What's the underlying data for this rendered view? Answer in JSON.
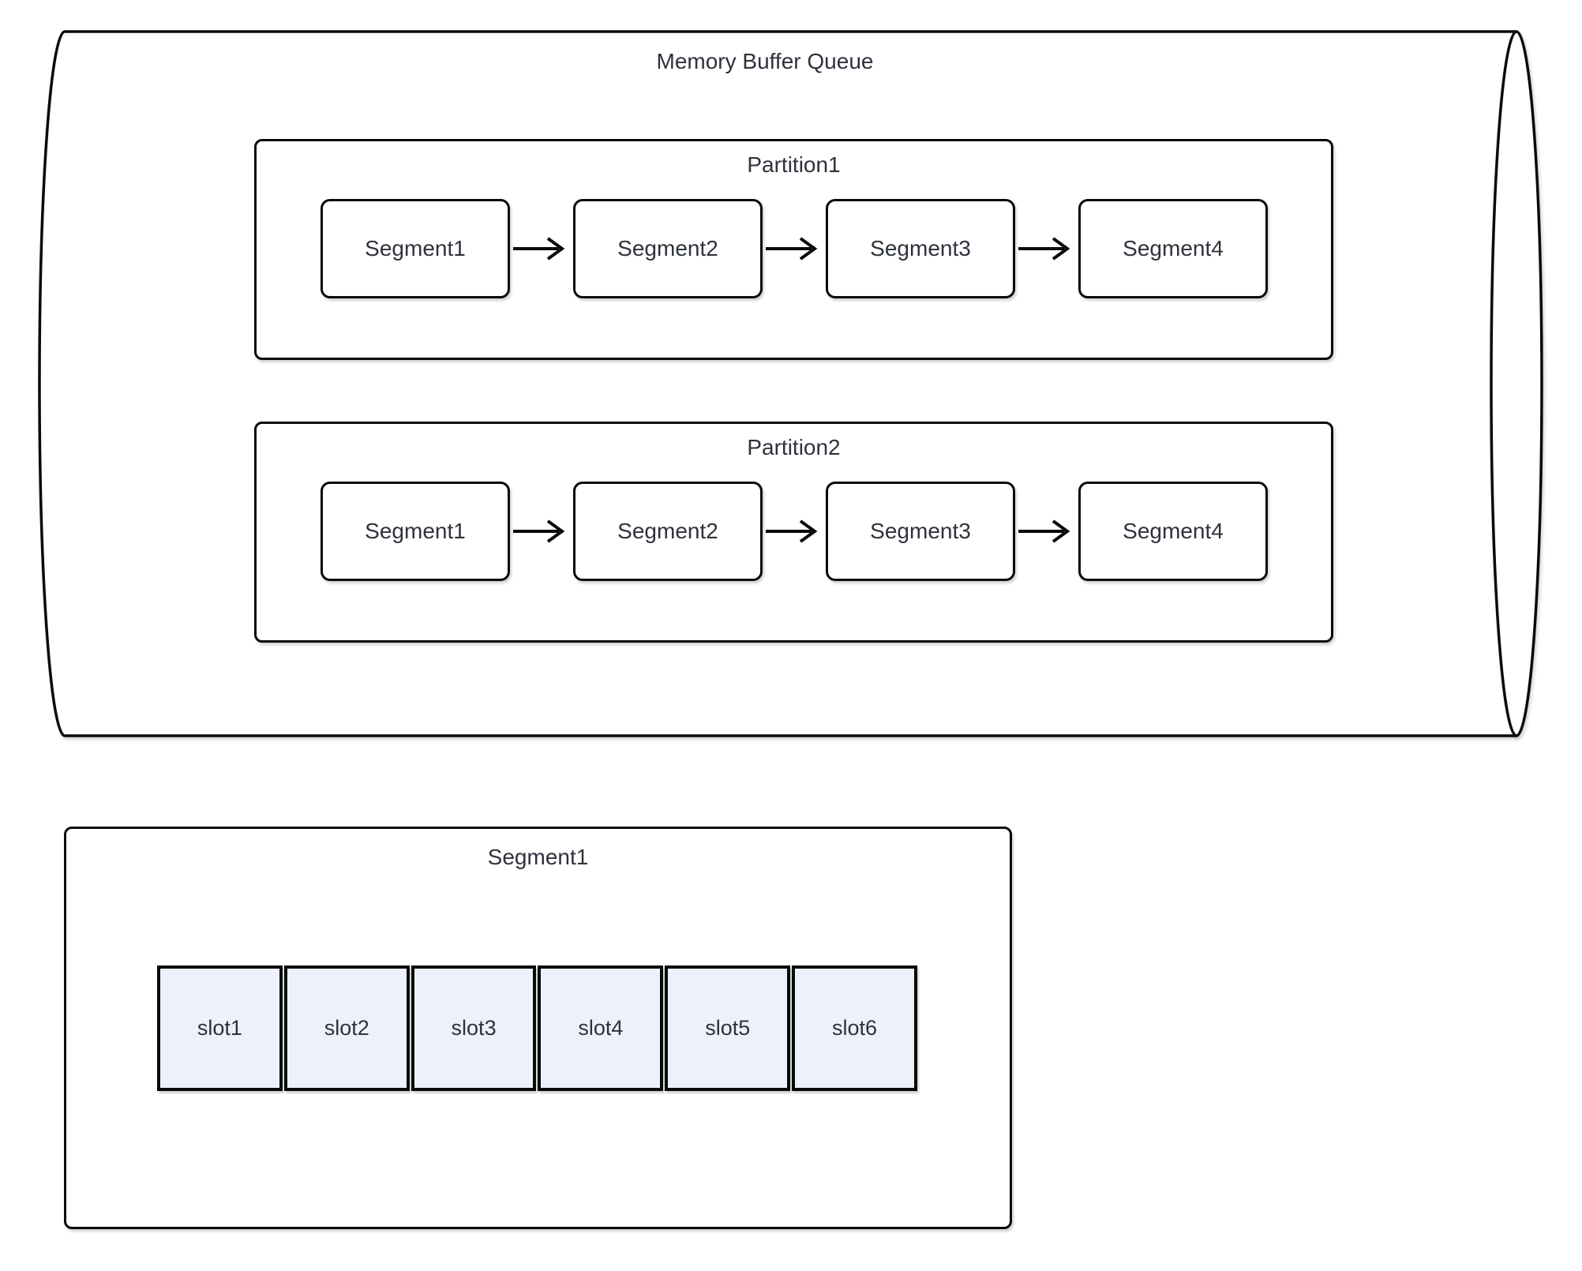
{
  "diagram": {
    "queue": {
      "title": "Memory Buffer Queue",
      "partitions": [
        {
          "label": "Partition1",
          "segments": [
            "Segment1",
            "Segment2",
            "Segment3",
            "Segment4"
          ]
        },
        {
          "label": "Partition2",
          "segments": [
            "Segment1",
            "Segment2",
            "Segment3",
            "Segment4"
          ]
        }
      ]
    },
    "segment_detail": {
      "title": "Segment1",
      "slots": [
        "slot1",
        "slot2",
        "slot3",
        "slot4",
        "slot5",
        "slot6"
      ]
    },
    "colors": {
      "stroke": "#0a0a0a",
      "text": "#2e323c",
      "slot_fill": "#EDF1FB",
      "background": "#ffffff"
    }
  }
}
